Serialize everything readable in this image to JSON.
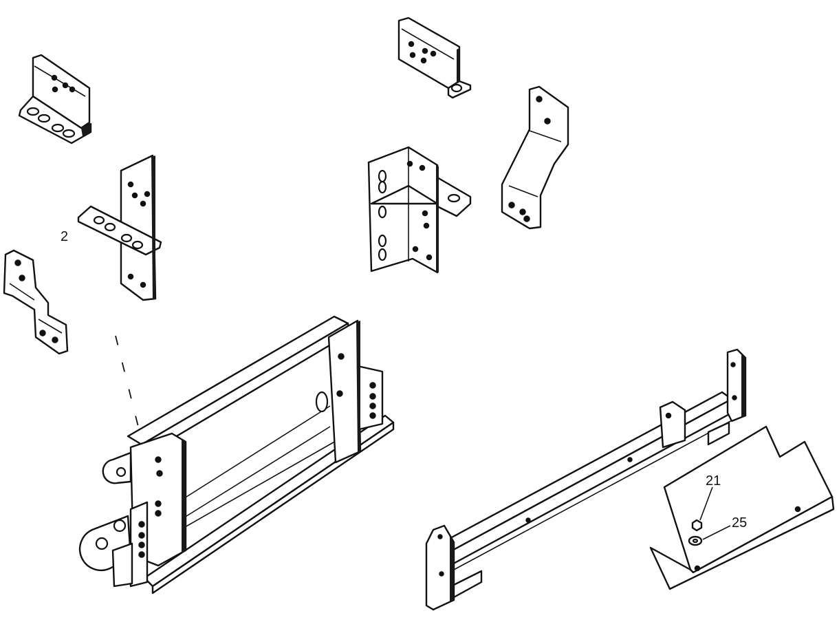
{
  "callouts": {
    "label_2": "2",
    "label_21": "21",
    "label_25": "25"
  }
}
